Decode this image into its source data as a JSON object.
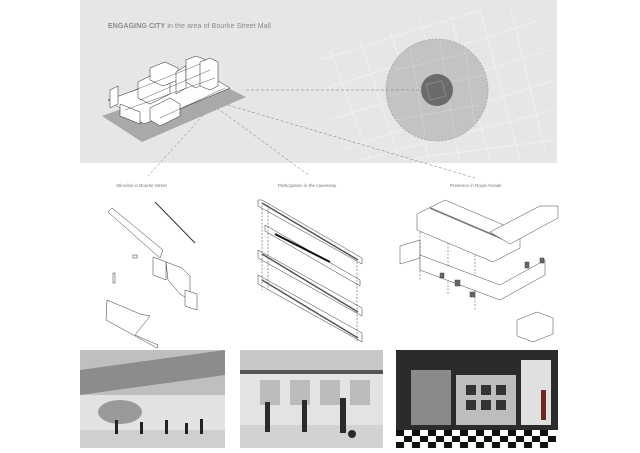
{
  "title": {
    "emphasis": "ENGAGING CITY",
    "rest": " in the area of Bourke Street Mall"
  },
  "captions": [
    "Stimulus in Bourke Street",
    "Participation in the causeway",
    "Presence in Royal Arcade"
  ],
  "photos": [
    {
      "name": "bourke-street-render"
    },
    {
      "name": "causeway-render"
    },
    {
      "name": "royal-arcade-render"
    }
  ]
}
